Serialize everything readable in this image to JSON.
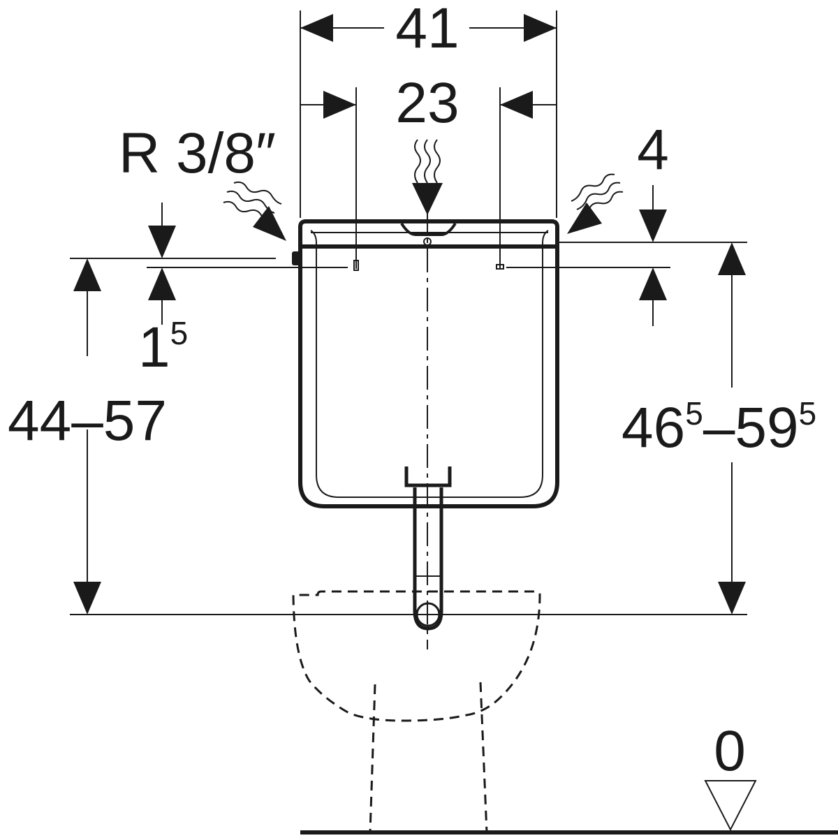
{
  "dimensions": {
    "overall_width": "41",
    "connection_spacing": "23",
    "thread_size": "R 3/8″",
    "top_offset": "4",
    "side_offset_main": "1",
    "side_offset_sup": "5",
    "left_height": "44–57",
    "right_height_a": "46",
    "right_height_a_sup": "5",
    "right_height_sep": "–59",
    "right_height_b_sup": "5",
    "floor_level": "0"
  },
  "colors": {
    "ink": "#1a1a1a",
    "background": "#ffffff"
  }
}
